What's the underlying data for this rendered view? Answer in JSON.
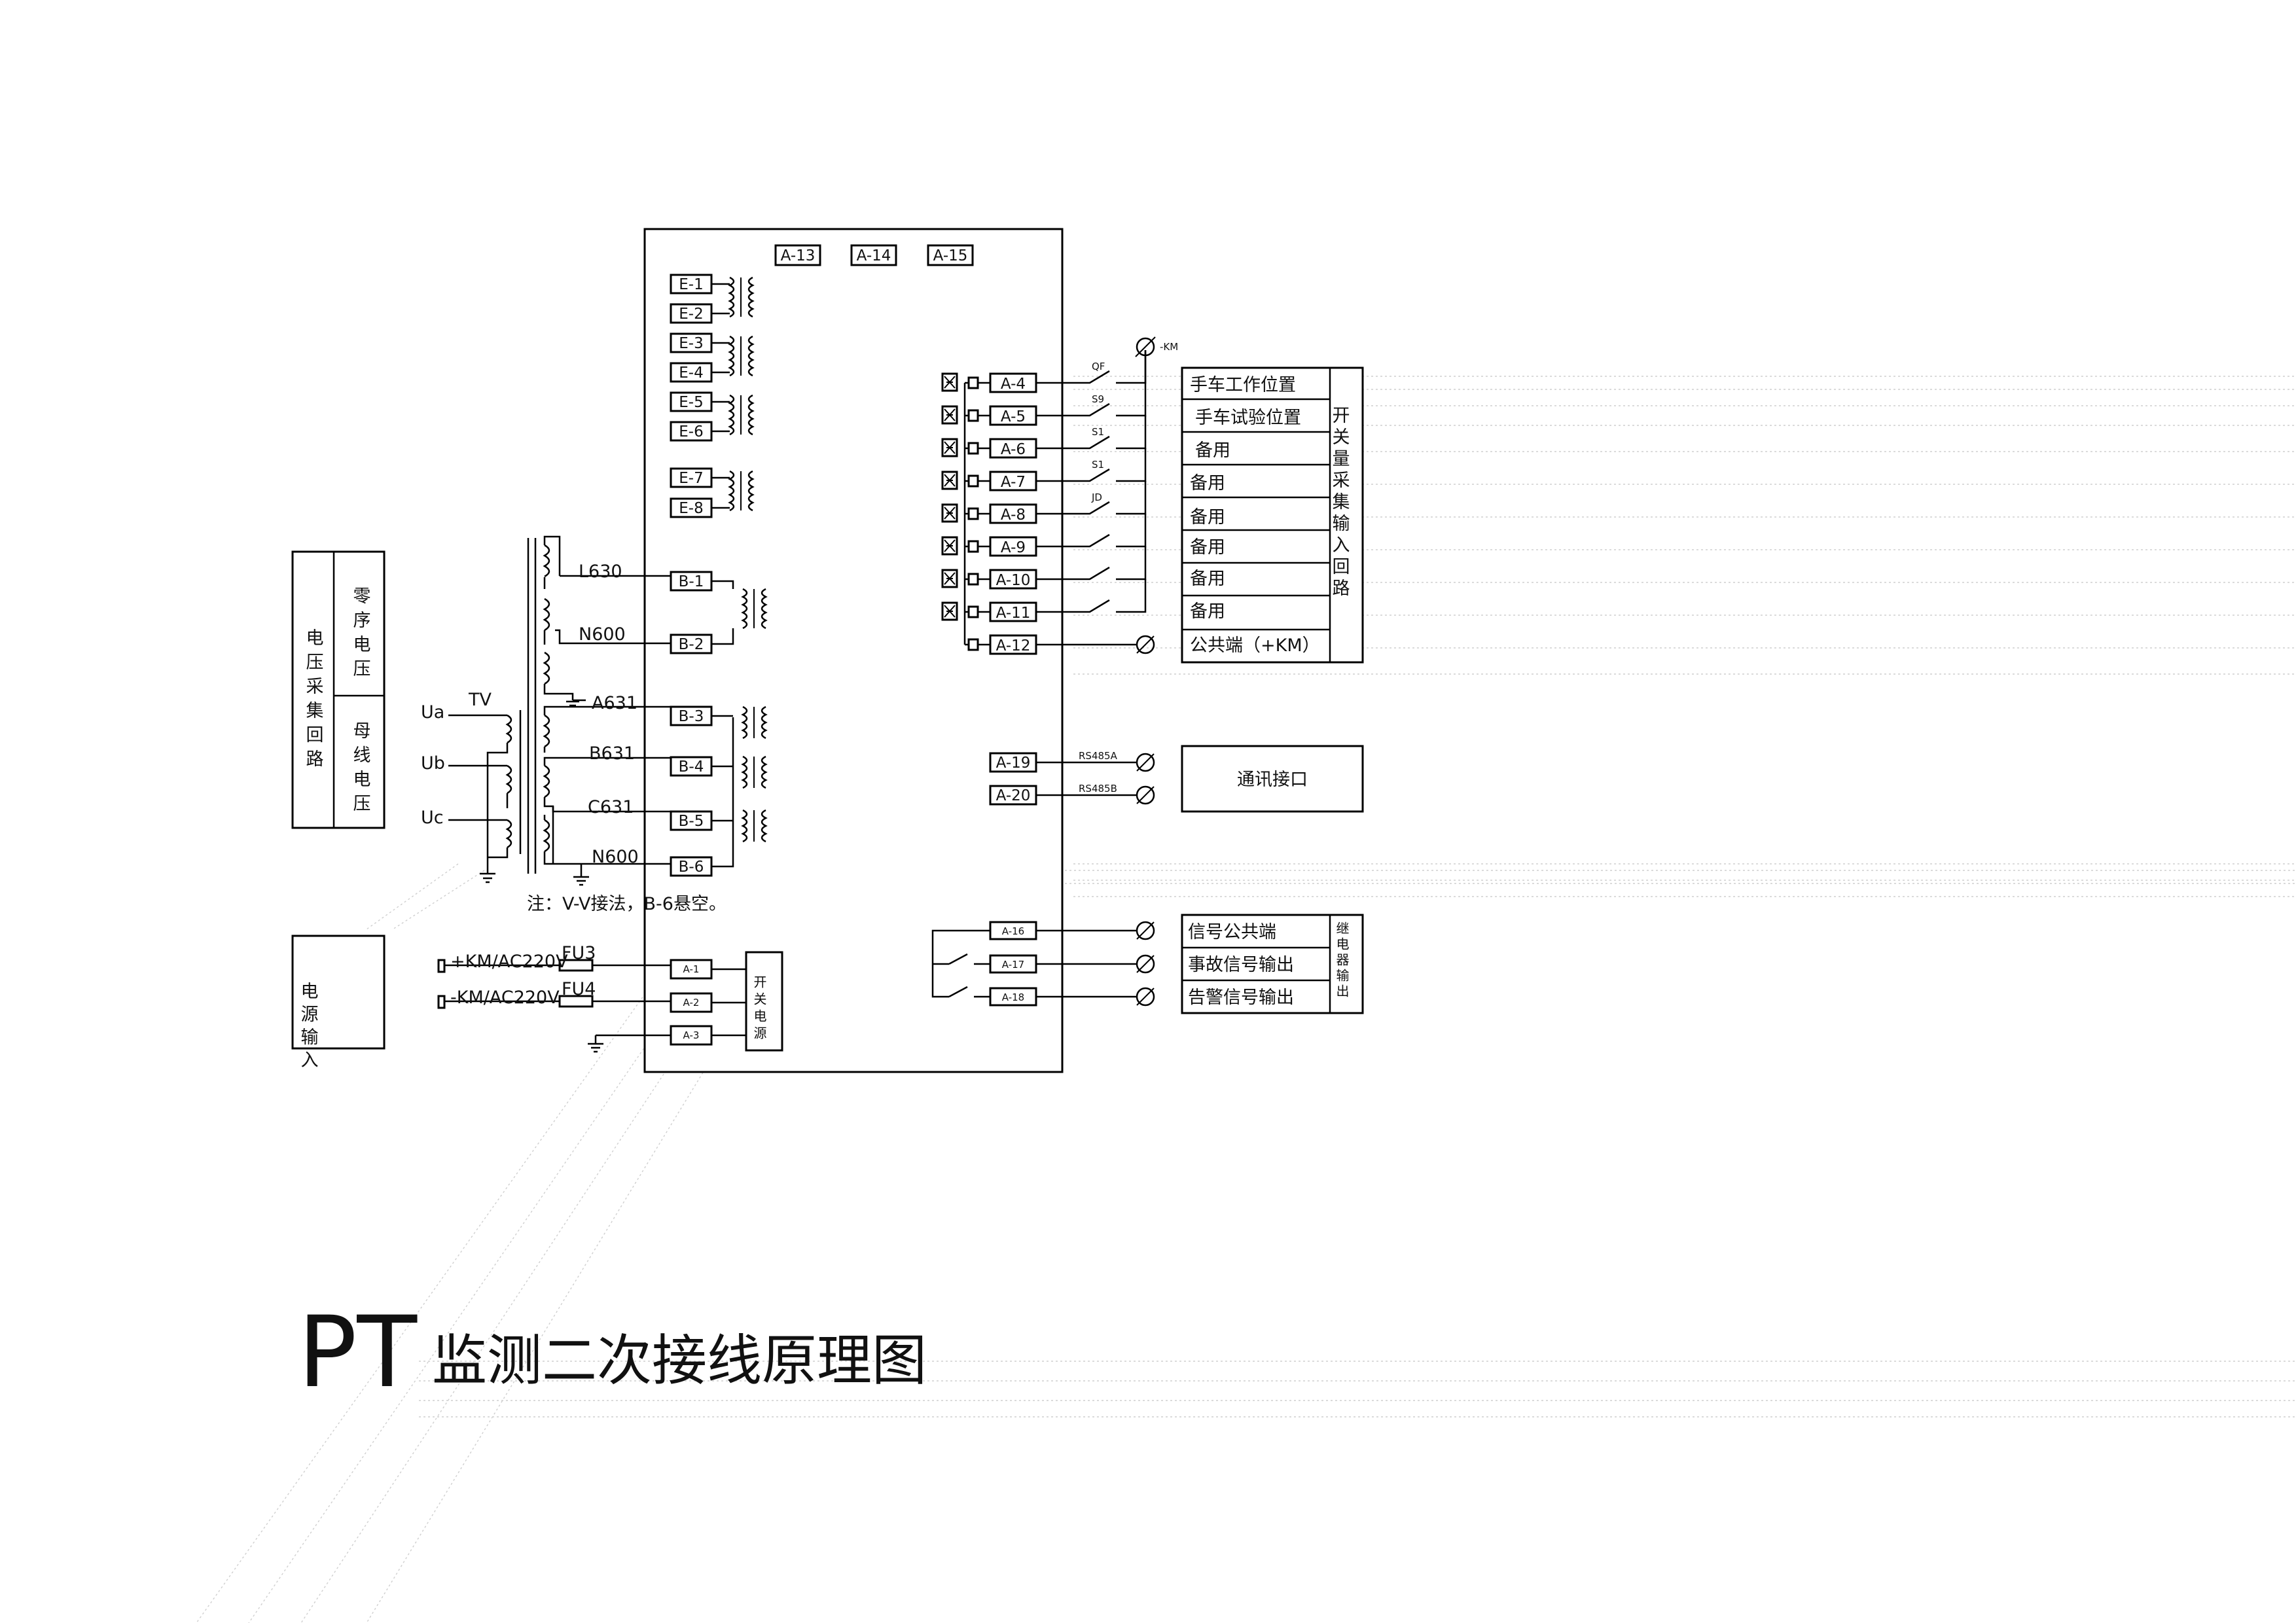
{
  "title": {
    "prefix": "PT",
    "main": "监测二次接线原理图"
  },
  "device": {
    "top_terminals": [
      "A-13",
      "A-14",
      "A-15"
    ],
    "e_terminals": [
      "E-1",
      "E-2",
      "E-3",
      "E-4",
      "E-5",
      "E-6",
      "E-7",
      "E-8"
    ],
    "b_terminals": [
      "B-1",
      "B-2",
      "B-3",
      "B-4",
      "B-5",
      "B-6"
    ],
    "di_terminals": [
      "A-4",
      "A-5",
      "A-6",
      "A-7",
      "A-8",
      "A-9",
      "A-10",
      "A-11",
      "A-12"
    ],
    "comm_terminals": [
      "A-19",
      "A-20"
    ],
    "relay_terminals": [
      "A-16",
      "A-17",
      "A-18"
    ],
    "power_terminals": [
      "A-1",
      "A-2",
      "A-3"
    ],
    "switch_power_label": "开关电源"
  },
  "voltage_group": {
    "title": "电压采集回路",
    "zero_sequence": "零序电压",
    "bus_voltage": "母线电压"
  },
  "tv": {
    "label": "TV",
    "phases": [
      "Ua",
      "Ub",
      "Uc"
    ],
    "wires": [
      "L630",
      "N600",
      "A631",
      "B631",
      "C631",
      "N600"
    ],
    "note": "注：V-V接法，B-6悬空。"
  },
  "power": {
    "box_label": "电源输入",
    "plus_line": "+KM/AC220V",
    "minus_line": "-KM/AC220V",
    "fuses": [
      "FU3",
      "FU4"
    ]
  },
  "switch_labels": {
    "km": "-KM",
    "contacts": [
      "QF",
      "S9",
      "S1",
      "S1",
      "JD"
    ]
  },
  "di_group": {
    "title": "开关量采集输入回路",
    "rows": [
      "手车工作位置",
      "手车试验位置",
      "备用",
      "备用",
      "备用",
      "备用",
      "备用",
      "备用",
      "公共端（+KM）"
    ]
  },
  "comm": {
    "labels": [
      "RS485A",
      "RS485B"
    ],
    "box": "通讯接口"
  },
  "relay_group": {
    "title": "继电器输出",
    "rows": [
      "信号公共端",
      "事故信号输出",
      "告警信号输出"
    ]
  }
}
